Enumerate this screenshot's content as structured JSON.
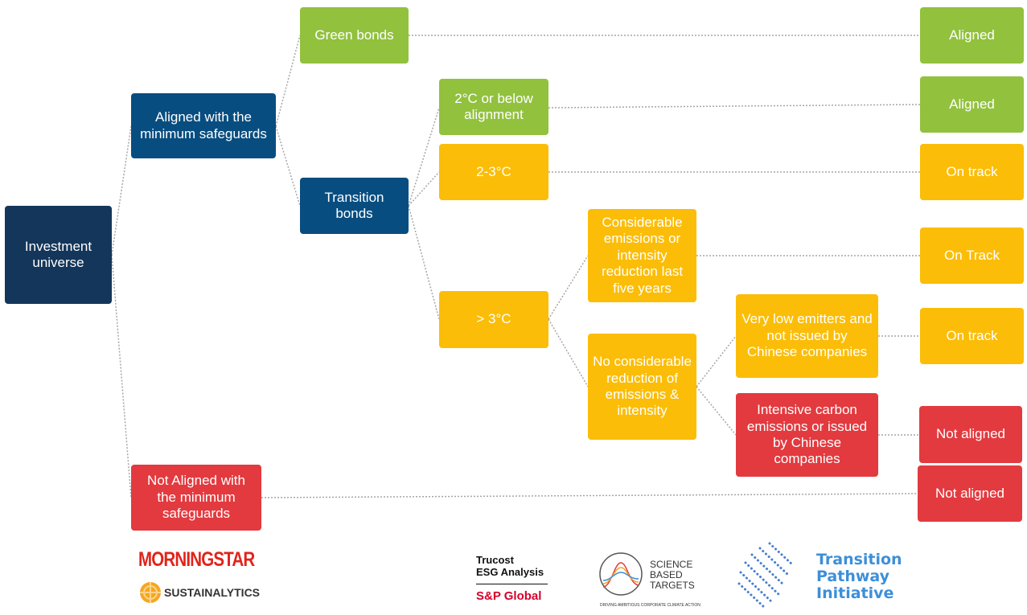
{
  "nodes": {
    "root": "Investment universe",
    "aligned_safeguards": "Aligned with the minimum safeguards",
    "not_aligned_safeguards": "Not Aligned with the minimum safeguards",
    "green_bonds": "Green bonds",
    "transition_bonds": "Transition bonds",
    "below_2c": "2°C or below alignment",
    "range_2_3c": "2-3°C",
    "above_3c": "> 3°C",
    "considerable_reduction": "Considerable emissions or intensity reduction last five years",
    "no_reduction": "No considerable reduction of emissions & intensity",
    "low_emitters": "Very low emitters and not issued by Chinese companies",
    "intensive_carbon": "Intensive carbon emissions or issued by Chinese companies"
  },
  "outcomes": {
    "green_bonds": "Aligned",
    "below_2c": "Aligned",
    "range_2_3c": "On track",
    "considerable_reduction": "On Track",
    "low_emitters": "On track",
    "intensive_carbon": "Not aligned",
    "not_aligned_safeguards": "Not aligned"
  },
  "logos": {
    "morningstar": "MORNINGSTAR",
    "sustainalytics": "SUSTAINALYTICS",
    "trucost_line1": "Trucost",
    "trucost_line2": "ESG Analysis",
    "sp_global": "S&P Global",
    "sbt_line1": "SCIENCE",
    "sbt_line2": "BASED",
    "sbt_line3": "TARGETS",
    "sbt_tagline": "DRIVING AMBITIOUS CORPORATE CLIMATE ACTION",
    "tpi_line1": "Transition",
    "tpi_line2": "Pathway",
    "tpi_line3": "Initiative"
  },
  "colors": {
    "navy": "#14365a",
    "blue": "#084d80",
    "green": "#92c13e",
    "amber": "#fbbd07",
    "red": "#e23a3f",
    "connector": "#a6a6a6"
  }
}
